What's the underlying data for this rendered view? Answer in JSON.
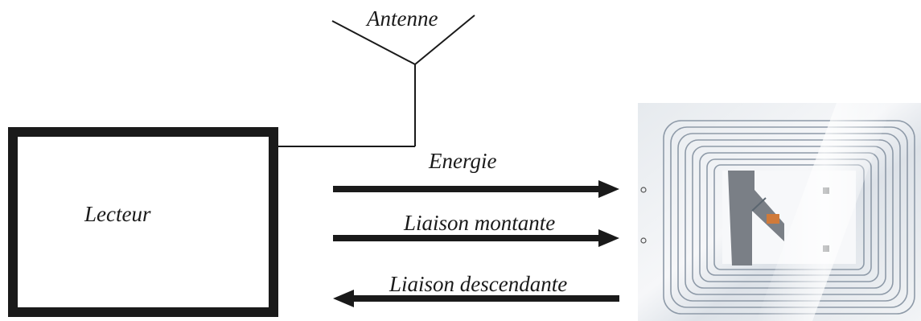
{
  "labels": {
    "antenna": "Antenne",
    "reader": "Lecteur",
    "energy": "Energie",
    "uplink": "Liaison montante",
    "downlink": "Liaison descendante"
  },
  "arrows": [
    {
      "name": "energy-arrow",
      "direction": "right"
    },
    {
      "name": "uplink-arrow",
      "direction": "right"
    },
    {
      "name": "downlink-arrow",
      "direction": "left"
    }
  ],
  "colors": {
    "stroke": "#1a1a1a",
    "tag_background": "#eef0f3",
    "tag_coil": "#8e9aa8",
    "tag_chip": "#7a7f86",
    "tag_contact": "#d07a3a"
  }
}
